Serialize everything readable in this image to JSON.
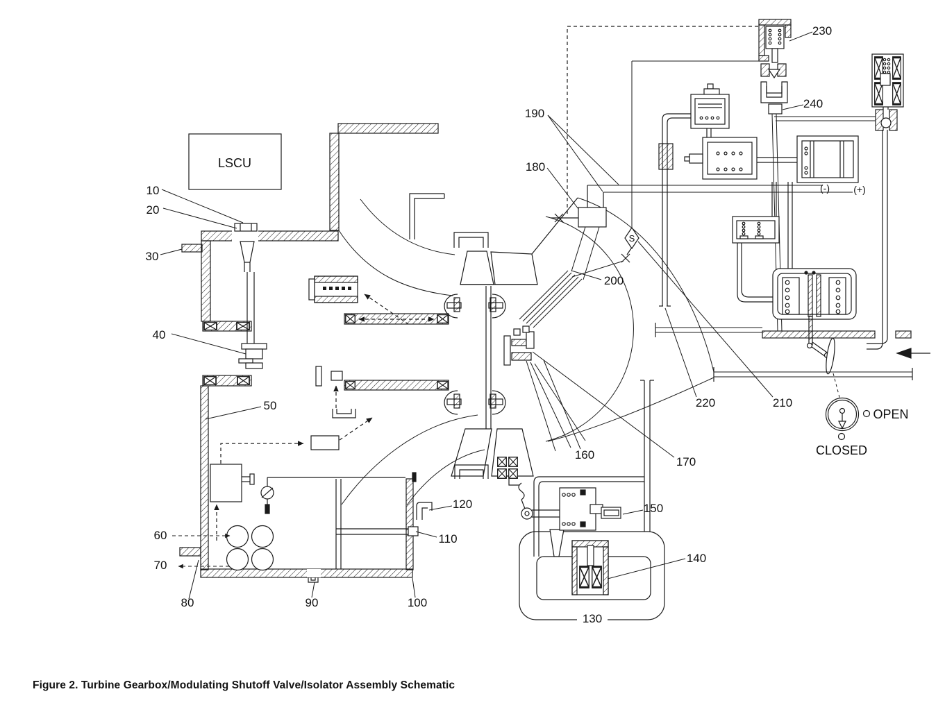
{
  "figure": {
    "caption": "Figure 2. Turbine Gearbox/Modulating Shutoff Valve/Isolator Assembly Schematic"
  },
  "labels": {
    "lscu": "LSCU",
    "solenoid_symbol": "S",
    "indicator_open": "OPEN",
    "indicator_closed": "CLOSED",
    "terminal_minus": "(-)",
    "terminal_plus": "(+)"
  },
  "callouts": [
    {
      "ref": "10"
    },
    {
      "ref": "20"
    },
    {
      "ref": "30"
    },
    {
      "ref": "40"
    },
    {
      "ref": "50"
    },
    {
      "ref": "60"
    },
    {
      "ref": "70"
    },
    {
      "ref": "80"
    },
    {
      "ref": "90"
    },
    {
      "ref": "100"
    },
    {
      "ref": "110"
    },
    {
      "ref": "120"
    },
    {
      "ref": "130"
    },
    {
      "ref": "140"
    },
    {
      "ref": "150"
    },
    {
      "ref": "160"
    },
    {
      "ref": "170"
    },
    {
      "ref": "180"
    },
    {
      "ref": "190"
    },
    {
      "ref": "200"
    },
    {
      "ref": "210"
    },
    {
      "ref": "220"
    },
    {
      "ref": "230"
    },
    {
      "ref": "240"
    }
  ],
  "colors": {
    "ink": "#1a1a1a",
    "paper": "#ffffff"
  }
}
